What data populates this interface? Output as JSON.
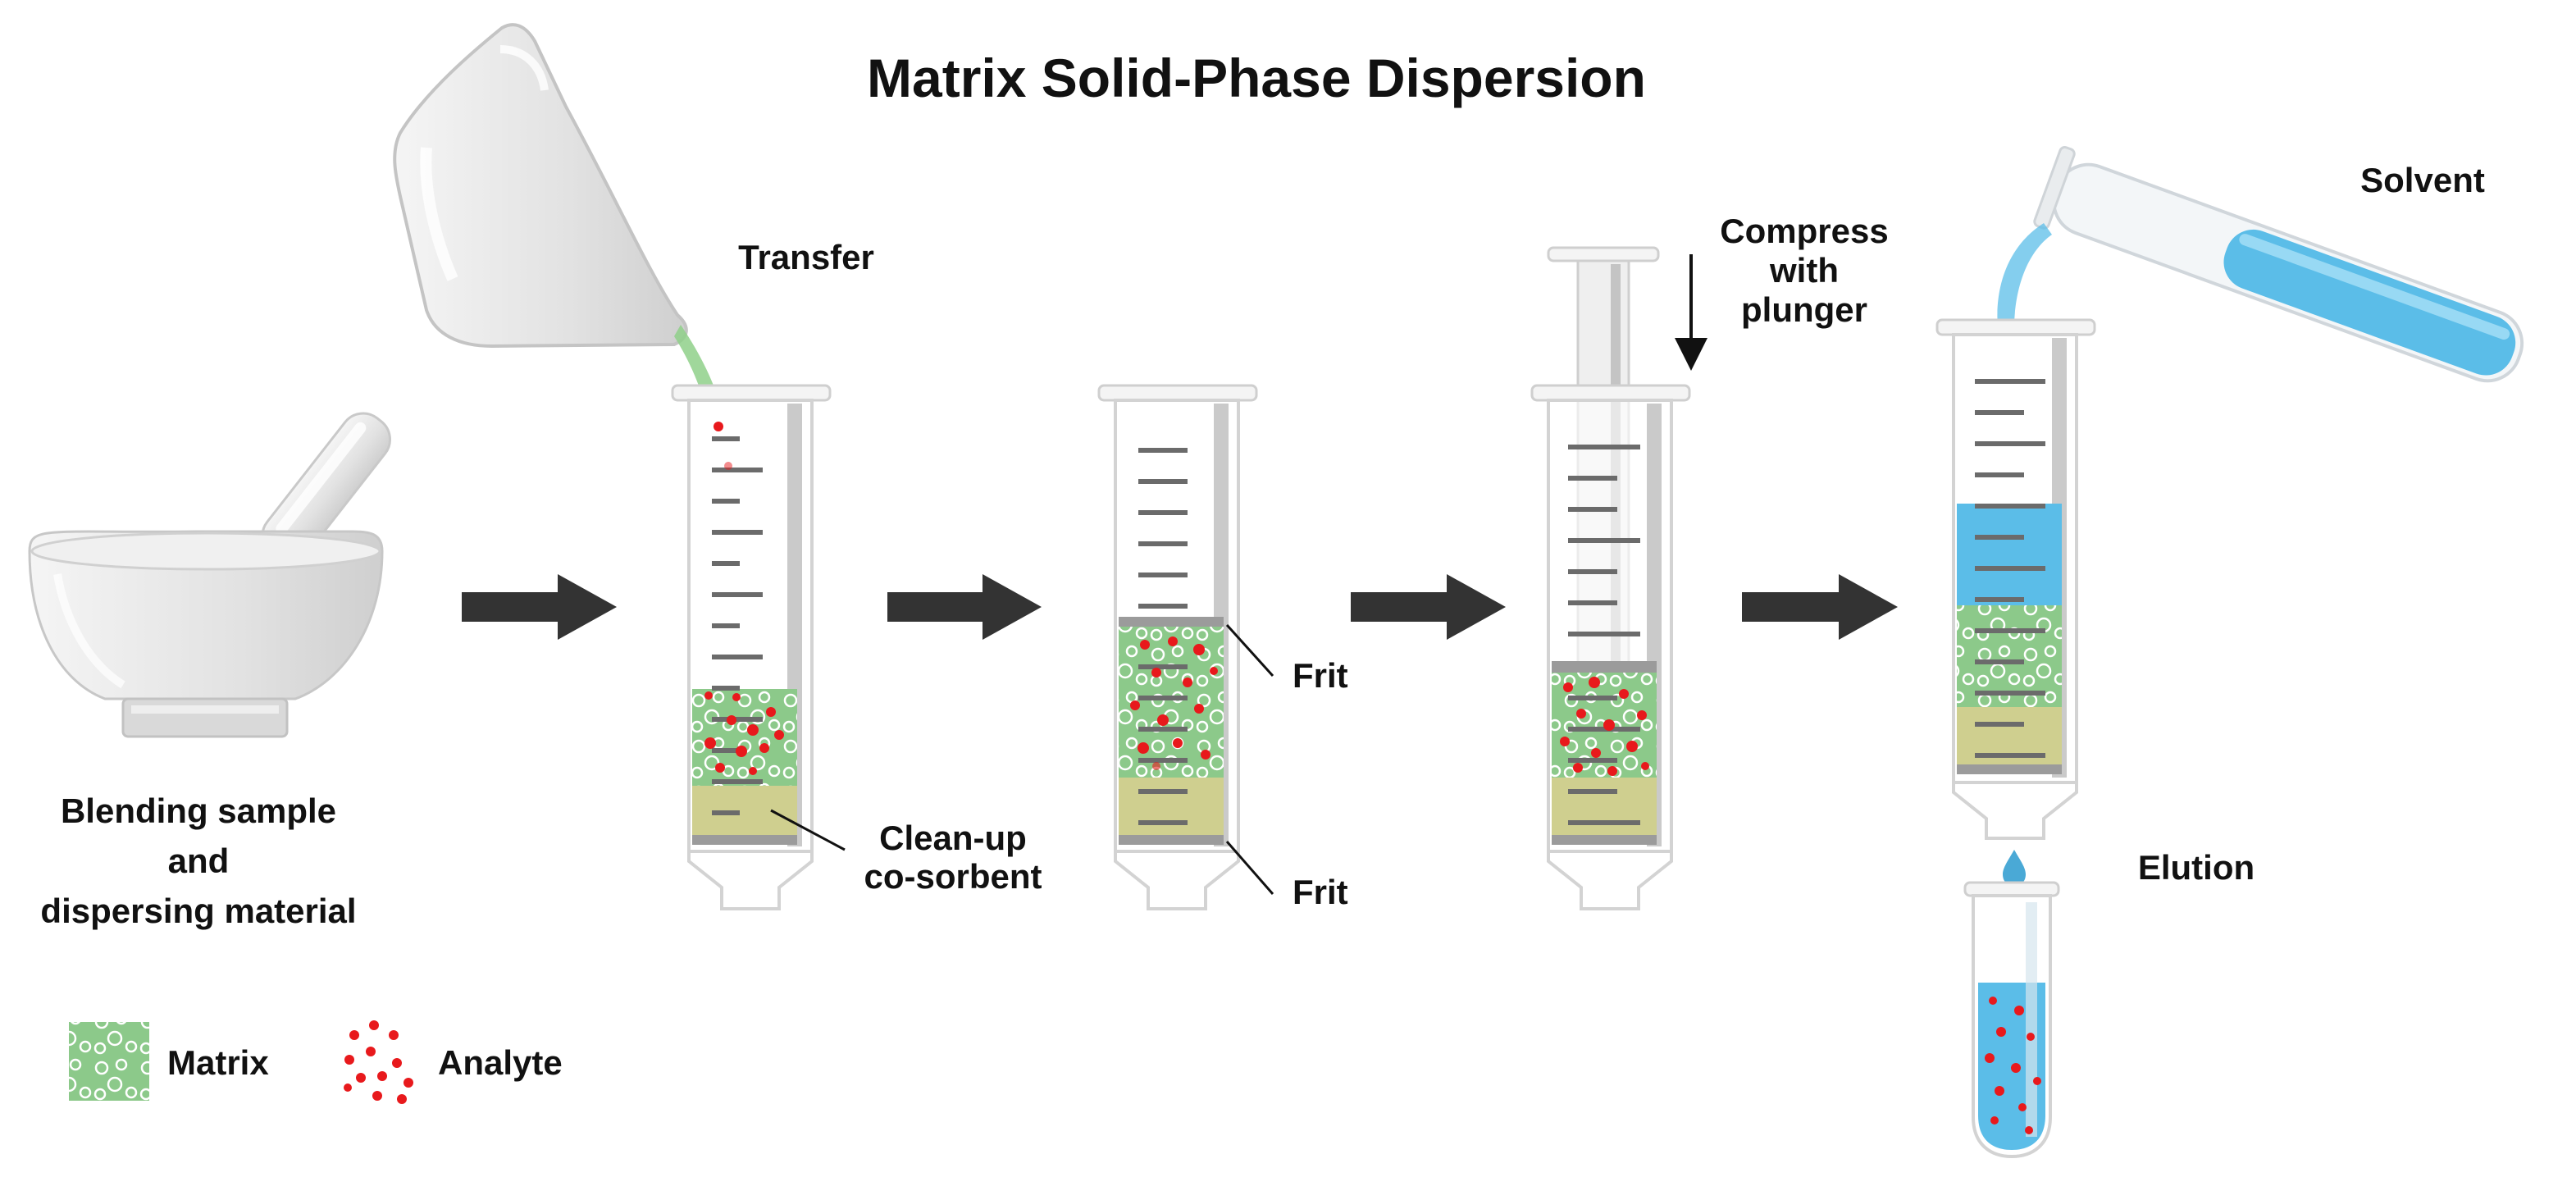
{
  "title": "Matrix Solid-Phase Dispersion",
  "labels": {
    "blend_line1": "Blending sample",
    "blend_line2": "and",
    "blend_line3": "dispersing material",
    "transfer": "Transfer",
    "cleanup_line1": "Clean-up",
    "cleanup_line2": "co-sorbent",
    "frit_top": "Frit",
    "frit_bottom": "Frit",
    "compress_line1": "Compress",
    "compress_line2": "with",
    "compress_line3": "plunger",
    "solvent": "Solvent",
    "elution": "Elution"
  },
  "legend": {
    "matrix": "Matrix",
    "analyte": "Analyte"
  },
  "colors": {
    "matrix": "#8cc98a",
    "analyte": "#e8191c",
    "cosorbent": "#cfcf8f",
    "solvent": "#5bbde8",
    "arrow": "#333333",
    "porcelain": "#e4e4e4",
    "syringe_outline": "#d9d9d9"
  },
  "icons": {
    "mortar": "mortar-pestle-icon",
    "beaker": "pouring-beaker-icon",
    "test_tube": "test-tube-icon",
    "syringe": "syringe-column-icon",
    "plunger": "plunger-icon"
  }
}
